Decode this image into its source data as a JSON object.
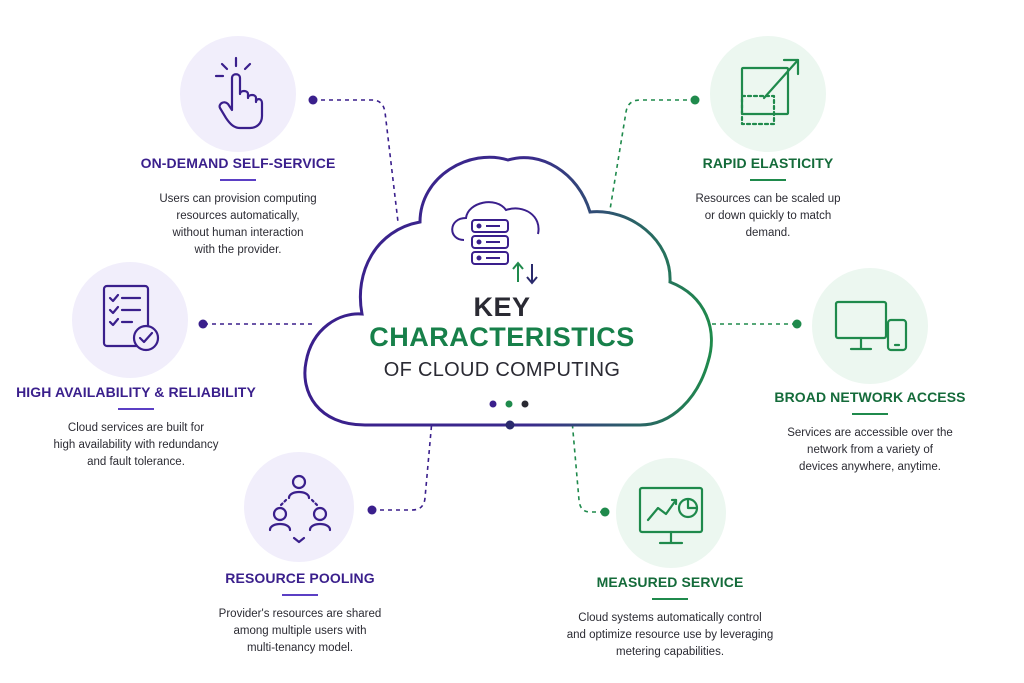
{
  "center": {
    "line1": "KEY",
    "line2": "CHARACTERISTICS",
    "line3": "OF CLOUD COMPUTING"
  },
  "features": [
    {
      "id": "on-demand",
      "title": "ON-DEMAND SELF-SERVICE",
      "desc": [
        "Users can provision computing",
        "resources automatically,",
        "without human interaction",
        "with the provider."
      ],
      "icon": "pointer-hand-icon",
      "theme": "purple"
    },
    {
      "id": "high-availability",
      "title": "HIGH AVAILABILITY & RELIABILITY",
      "desc": [
        "Cloud services are built for",
        "high availability with redundancy",
        "and fault tolerance."
      ],
      "icon": "checklist-icon",
      "theme": "purple"
    },
    {
      "id": "resource-pooling",
      "title": "RESOURCE POOLING",
      "desc": [
        "Provider's resources are shared",
        "among multiple users with",
        "multi-tenancy model."
      ],
      "icon": "users-group-icon",
      "theme": "purple"
    },
    {
      "id": "rapid-elasticity",
      "title": "RAPID ELASTICITY",
      "desc": [
        "Resources can be scaled up",
        "or down quickly to match",
        "demand."
      ],
      "icon": "scale-expand-icon",
      "theme": "green"
    },
    {
      "id": "broad-network",
      "title": "BROAD NETWORK ACCESS",
      "desc": [
        "Services are accessible over the",
        "network from a variety of",
        "devices anywhere, anytime."
      ],
      "icon": "devices-icon",
      "theme": "green"
    },
    {
      "id": "measured-service",
      "title": "MEASURED SERVICE",
      "desc": [
        "Cloud systems automatically control",
        "and optimize resource use by leveraging",
        "metering capabilities."
      ],
      "icon": "analytics-monitor-icon",
      "theme": "green"
    }
  ],
  "colors": {
    "purple": "#3a1f8c",
    "purple_accent": "#5b3fc4",
    "green": "#146b3a",
    "green_accent": "#1f8a4c",
    "dark": "#2a2a33"
  }
}
